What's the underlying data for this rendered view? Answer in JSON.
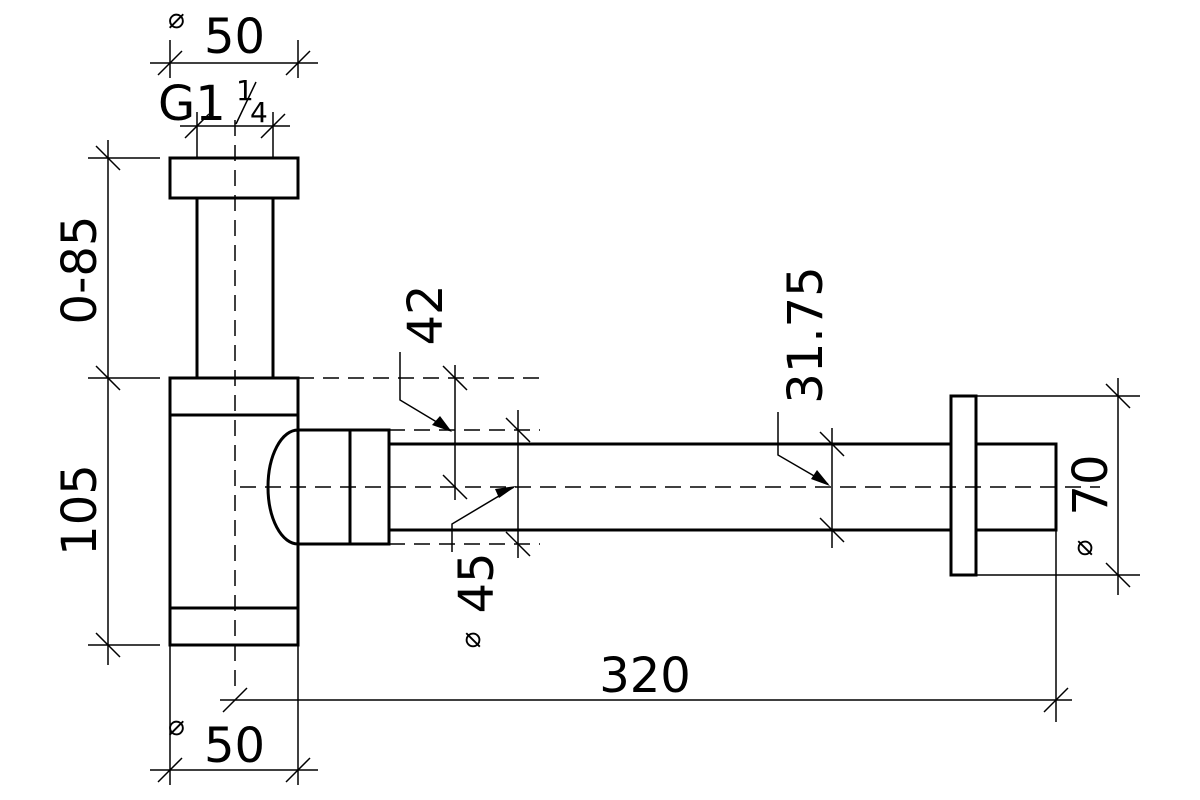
{
  "dimensions": {
    "top_diameter": "50",
    "thread": "G1",
    "thread_numerator": "1",
    "thread_denominator": "4",
    "height_adjust": "0-85",
    "body_height": "105",
    "outlet_diameter_inner": "42",
    "outlet_diameter_outer": "45",
    "pipe_diameter": "31.75",
    "flange_diameter": "70",
    "outlet_length": "320",
    "bottom_diameter": "50"
  },
  "symbols": {
    "diameter": "⌀"
  }
}
